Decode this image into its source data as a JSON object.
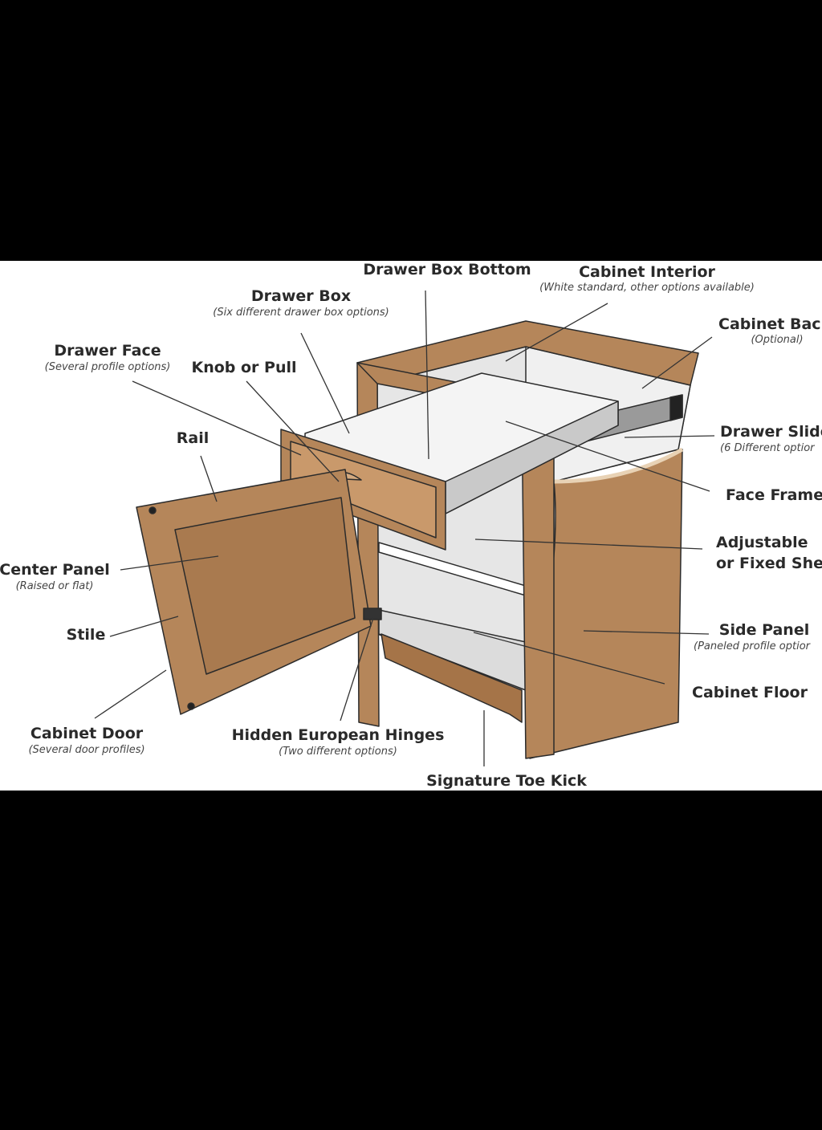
{
  "title": "Cabinet anatomy diagram",
  "colors": {
    "wood": "#b5865a",
    "wood_dark": "#8a5f3a",
    "interior": "#e6e6e6",
    "outline": "#2b2b2b",
    "background": "#000000"
  },
  "labels": {
    "drawer_box_bottom": {
      "title": "Drawer Box Bottom"
    },
    "cabinet_interior": {
      "title": "Cabinet Interior",
      "note": "(White standard, other options available)"
    },
    "drawer_box": {
      "title": "Drawer Box",
      "note": "(Six different drawer box options)"
    },
    "cabinet_back": {
      "title": "Cabinet Bac",
      "note": "(Optional)"
    },
    "drawer_face": {
      "title": "Drawer Face",
      "note": "(Several profile options)"
    },
    "knob_or_pull": {
      "title": "Knob or Pull"
    },
    "rail": {
      "title": "Rail"
    },
    "drawer_slide": {
      "title": "Drawer Slide",
      "note": "(6 Different optior"
    },
    "face_frame": {
      "title": "Face Frame"
    },
    "shelf": {
      "title": "Adjustable",
      "title2": "or Fixed Shel"
    },
    "center_panel": {
      "title": "Center Panel",
      "note": "(Raised or flat)"
    },
    "side_panel": {
      "title": "Side Panel",
      "note": "(Paneled profile optior"
    },
    "stile": {
      "title": "Stile"
    },
    "cabinet_floor": {
      "title": "Cabinet Floor"
    },
    "cabinet_door": {
      "title": "Cabinet Door",
      "note": "(Several door profiles)"
    },
    "hinges": {
      "title": "Hidden European Hinges",
      "note": "(Two different options)"
    },
    "toe_kick": {
      "title": "Signature Toe Kick"
    }
  }
}
